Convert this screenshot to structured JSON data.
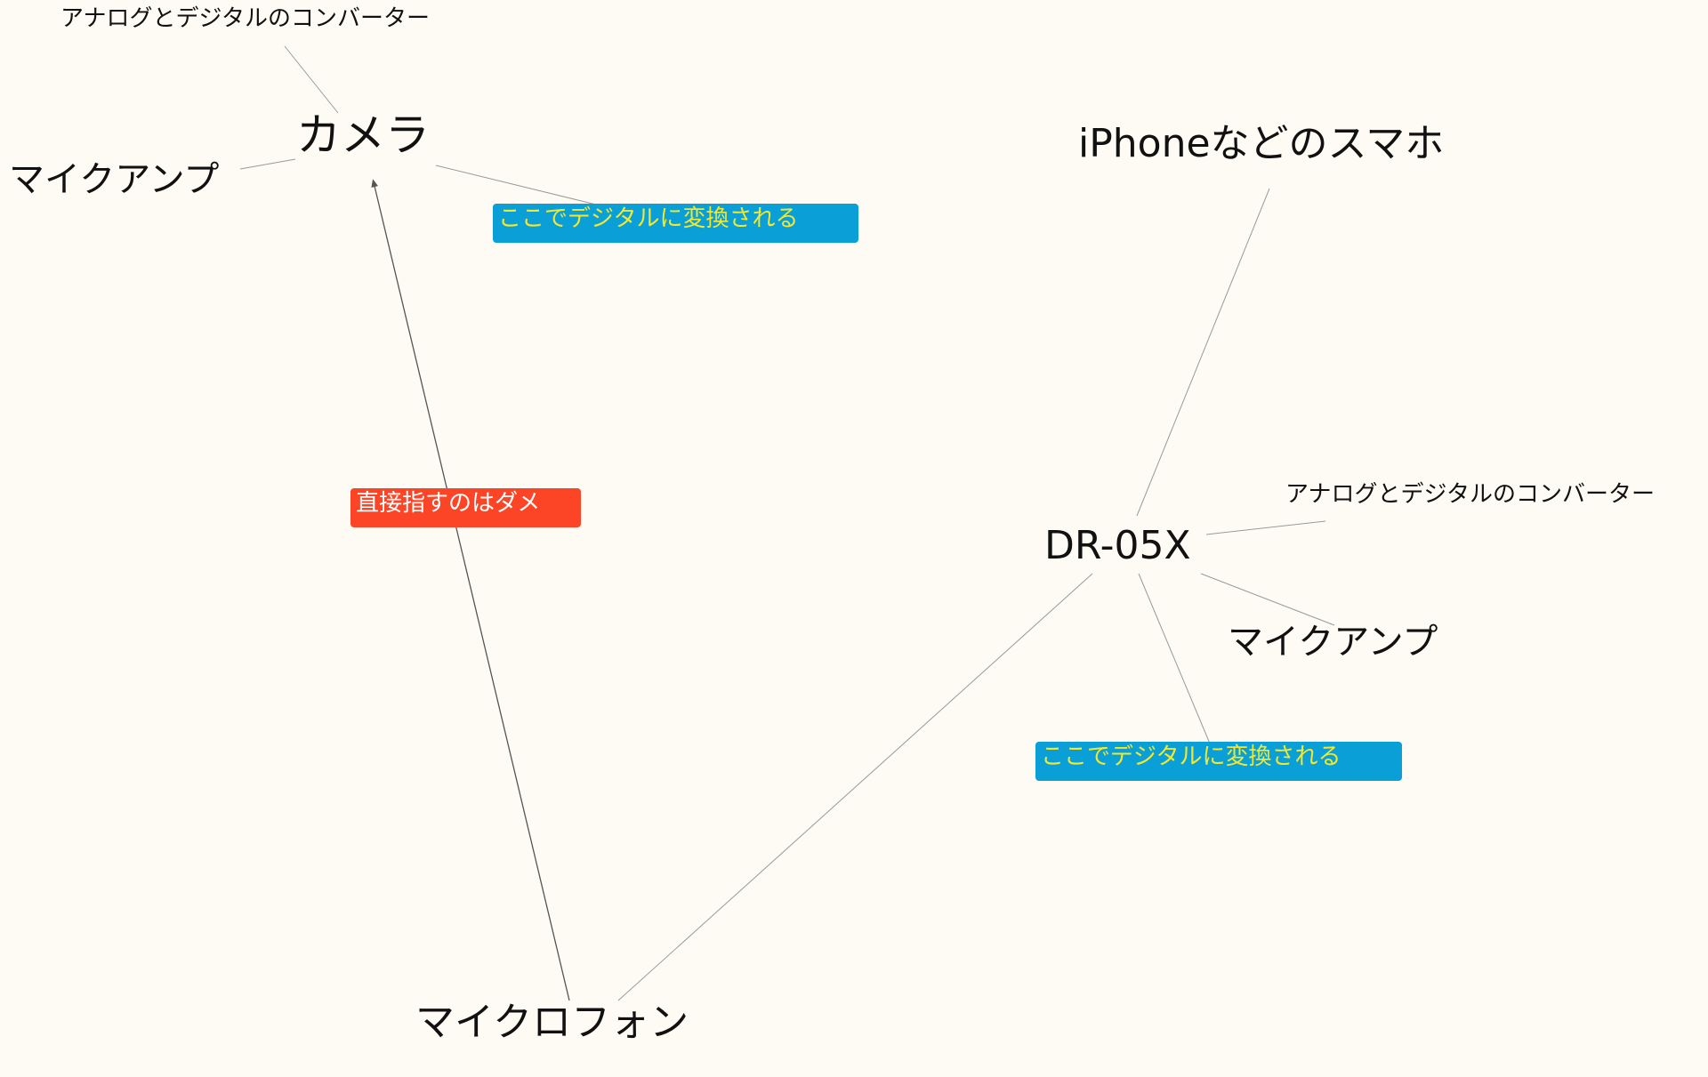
{
  "colors": {
    "background": "#fdfbf4",
    "edge": "#9a9a9a",
    "strong_edge": "#555555",
    "digital_note_bg": "#0a9fd6",
    "digital_note_text": "#f2e830",
    "warning_note_bg": "#fb4526",
    "warning_note_text": "#ffffff"
  },
  "nodes": {
    "camera": "カメラ",
    "camera_converter": "アナログとデジタルのコンバーター",
    "camera_amp": "マイクアンプ",
    "smartphone": "iPhoneなどのスマホ",
    "recorder": "DR-05X",
    "recorder_converter": "アナログとデジタルのコンバーター",
    "recorder_amp": "マイクアンプ",
    "microphone": "マイクロフォン"
  },
  "notes": {
    "camera_digital": "ここでデジタルに変換される",
    "direct_ng": "直接指すのはダメ",
    "recorder_digital": "ここでデジタルに変換される"
  }
}
